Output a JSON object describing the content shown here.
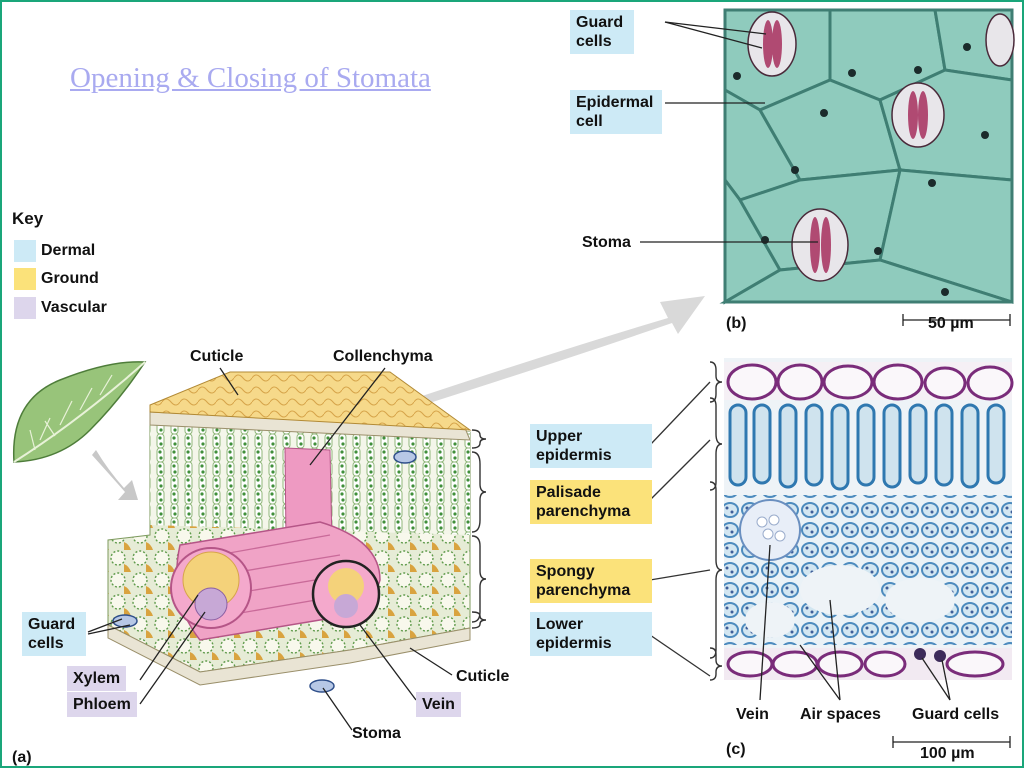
{
  "title": "Opening & Closing of Stomata",
  "key": {
    "heading": "Key",
    "items": [
      {
        "label": "Dermal",
        "color": "#cdeaf6"
      },
      {
        "label": "Ground",
        "color": "#fbe27a"
      },
      {
        "label": "Vascular",
        "color": "#ddd6ec"
      }
    ]
  },
  "panel_a": {
    "tag": "(a)",
    "labels": {
      "cuticle_top": "Cuticle",
      "collenchyma": "Collenchyma",
      "guard_cells": "Guard cells",
      "xylem": "Xylem",
      "phloem": "Phloem",
      "stoma": "Stoma",
      "vein": "Vein",
      "cuticle_bottom": "Cuticle"
    }
  },
  "layers": {
    "upper_epidermis": "Upper epidermis",
    "palisade": "Palisade parenchyma",
    "spongy": "Spongy parenchyma",
    "lower_epidermis": "Lower epidermis"
  },
  "panel_b": {
    "tag": "(b)",
    "scale": "50 µm",
    "labels": {
      "guard_cells": "Guard cells",
      "epidermal_cell": "Epidermal cell",
      "stoma": "Stoma"
    }
  },
  "panel_c": {
    "tag": "(c)",
    "scale": "100 µm",
    "labels": {
      "vein": "Vein",
      "air_spaces": "Air spaces",
      "guard_cells": "Guard cells"
    }
  }
}
